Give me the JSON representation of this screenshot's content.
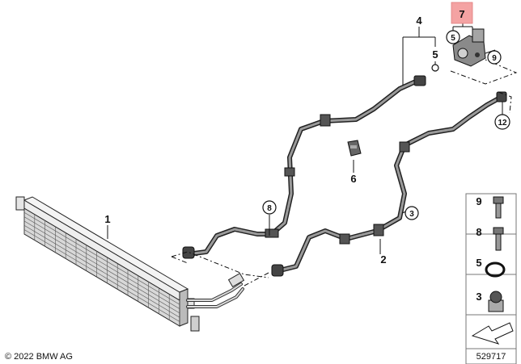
{
  "labels": {
    "radiator": "1",
    "hose_lower": "2",
    "hose_upper": "4",
    "clip": "6",
    "valve": "7",
    "seal_ring": "5",
    "clamp_ring": "3",
    "bolt_8": "8",
    "bolt_9": "9",
    "connector_12": "12"
  },
  "legend": {
    "items": [
      "9",
      "8",
      "5",
      "3"
    ]
  },
  "footer": {
    "copyright": "© 2022 BMW AG",
    "diagram_number": "529717"
  },
  "colors": {
    "highlight": "#f4a3a3",
    "line": "#111111"
  }
}
